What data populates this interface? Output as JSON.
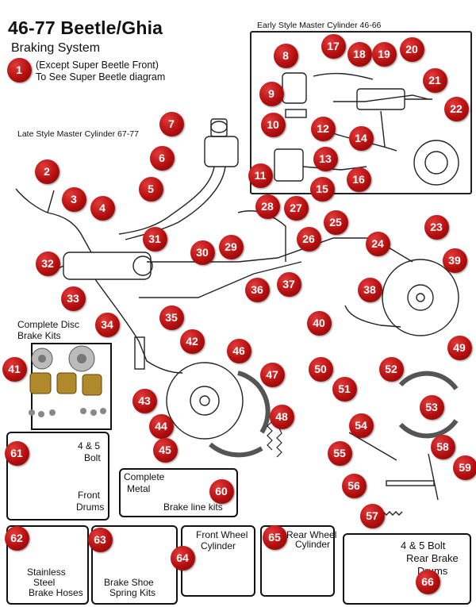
{
  "header": {
    "title": "46-77 Beetle/Ghia",
    "subtitle": "Braking System",
    "note_badge": "1",
    "note_line1": "(Except Super Beetle Front)",
    "note_line2": "To See Super Beetle diagram"
  },
  "captions": {
    "early": "Early Style Master Cylinder 46-66",
    "late": "Late Style Master Cylinder 67-77"
  },
  "disc_kit": {
    "label_line1": "Complete Disc",
    "label_line2": "Brake Kits",
    "badge": "41"
  },
  "boxes": {
    "front_drums": {
      "badge": "61",
      "line1": "4 & 5",
      "line2": "Bolt",
      "line3": "Front",
      "line4": "Drums"
    },
    "brake_lines": {
      "badge": "60",
      "line1": "Complete",
      "line2": "Metal",
      "line3": "Brake line kits"
    },
    "hoses": {
      "badge": "62",
      "line1": "Stainless",
      "line2": "Steel",
      "line3": "Brake Hoses"
    },
    "springs": {
      "badge": "63",
      "line1": "Brake Shoe",
      "line2": "Spring Kits"
    },
    "front_cyl": {
      "badge": "64",
      "line1": "Front Wheel",
      "line2": "Cylinder"
    },
    "rear_cyl": {
      "badge": "65",
      "line1": "Rear Wheel",
      "line2": "Cylinder"
    },
    "rear_drums": {
      "badge": "66",
      "line1": "4 & 5 Bolt",
      "line2": "Rear Brake",
      "line3": "Drums"
    }
  },
  "part_numbers": [
    "2",
    "3",
    "4",
    "5",
    "6",
    "7",
    "8",
    "9",
    "10",
    "11",
    "12",
    "13",
    "14",
    "15",
    "16",
    "17",
    "18",
    "19",
    "20",
    "21",
    "22",
    "23",
    "24",
    "25",
    "26",
    "27",
    "28",
    "29",
    "30",
    "31",
    "32",
    "33",
    "34",
    "35",
    "36",
    "37",
    "38",
    "39",
    "40",
    "42",
    "43",
    "44",
    "45",
    "46",
    "47",
    "48",
    "49",
    "50",
    "51",
    "52",
    "53",
    "54",
    "55",
    "56",
    "57",
    "58",
    "59"
  ]
}
